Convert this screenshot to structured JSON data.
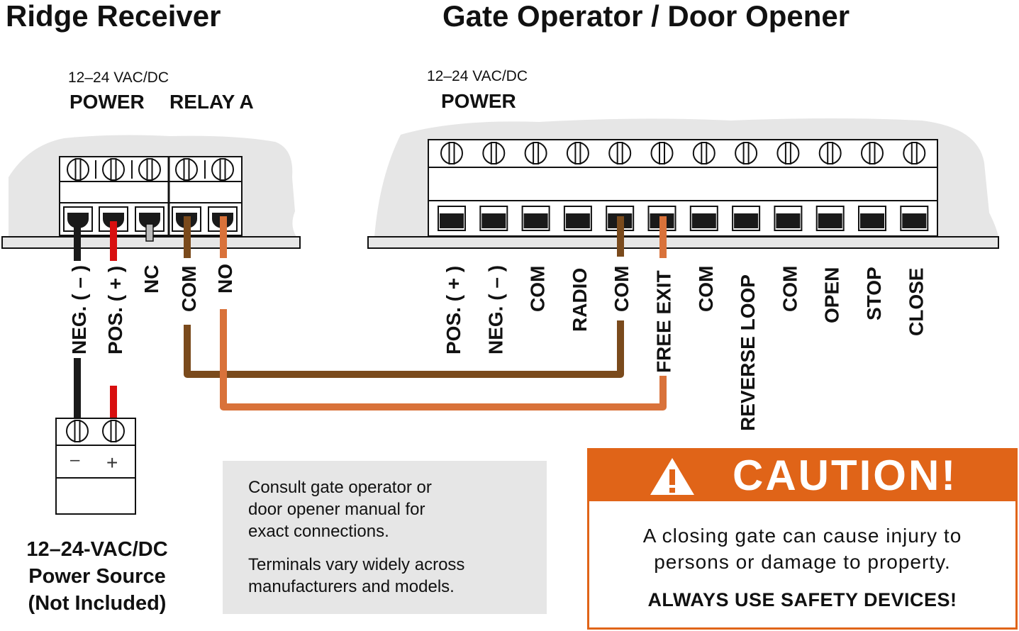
{
  "titles": {
    "receiver": "Ridge Receiver",
    "operator": "Gate Operator / Door Opener"
  },
  "receiver": {
    "voltage": "12–24 VAC/DC",
    "power_label": "POWER",
    "relay_label": "RELAY A",
    "terminals": [
      "NEG. ( – )",
      "POS. ( + )",
      "NC",
      "COM",
      "NO"
    ]
  },
  "operator": {
    "voltage": "12–24 VAC/DC",
    "power_label": "POWER",
    "terminals": [
      "POS. ( + )",
      "NEG. ( – )",
      "COM",
      "RADIO",
      "COM",
      "FREE EXIT",
      "COM",
      "REVERSE LOOP",
      "COM",
      "OPEN",
      "STOP",
      "CLOSE"
    ]
  },
  "power_source": {
    "minus": "–",
    "plus": "+",
    "line1": "12–24-VAC/DC",
    "line2": "Power Source",
    "line3": "(Not Included)"
  },
  "note": {
    "para1_line1": "Consult gate operator or",
    "para1_line2": "door opener manual for",
    "para1_line3": "exact connections.",
    "para2_line1": "Terminals vary widely across",
    "para2_line2": "manufacturers and models."
  },
  "caution": {
    "heading": "CAUTION!",
    "line1": "A closing gate can cause injury to",
    "line2": "persons or damage to property.",
    "line3": "ALWAYS USE SAFETY DEVICES!"
  },
  "colors": {
    "wire_black": "#1a1a1a",
    "wire_red": "#d80f0f",
    "wire_brown": "#7a4a1c",
    "wire_orange": "#d9723a",
    "caution_orange": "#e06418",
    "panel_gray": "#e6e6e6"
  }
}
